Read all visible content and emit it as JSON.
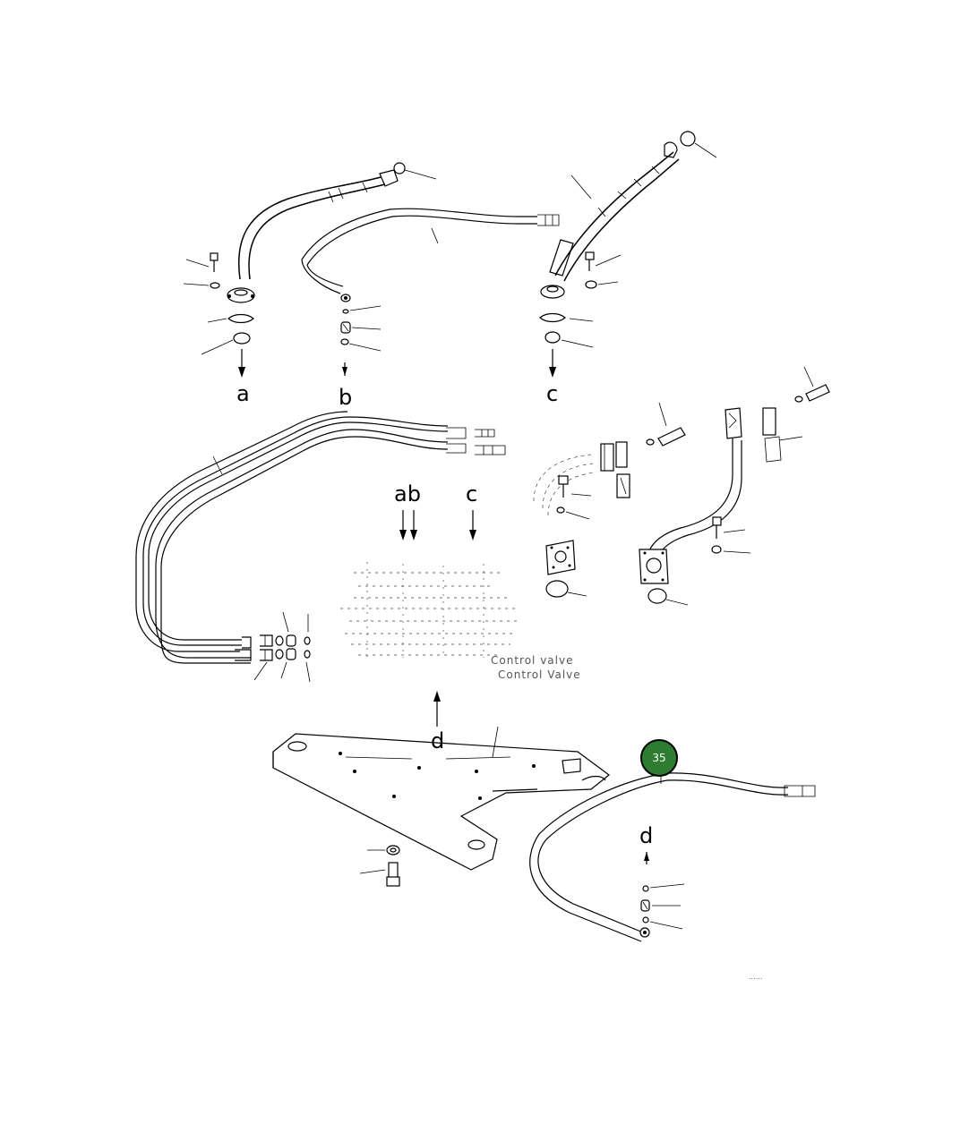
{
  "labels": {
    "a_top": "a",
    "b_top": "b",
    "c_top": "c",
    "ab_mid": "ab",
    "c_mid": "c",
    "d_mid": "d",
    "d_right": "d"
  },
  "valve_caption": {
    "line1": "Control valve",
    "line2": "Control Valve"
  },
  "footer_code": "......",
  "callout": {
    "number": "35",
    "color": "#2e7d32"
  },
  "icons": {
    "callout": "numbered-callout-circle",
    "arrows": "arrow-down"
  }
}
